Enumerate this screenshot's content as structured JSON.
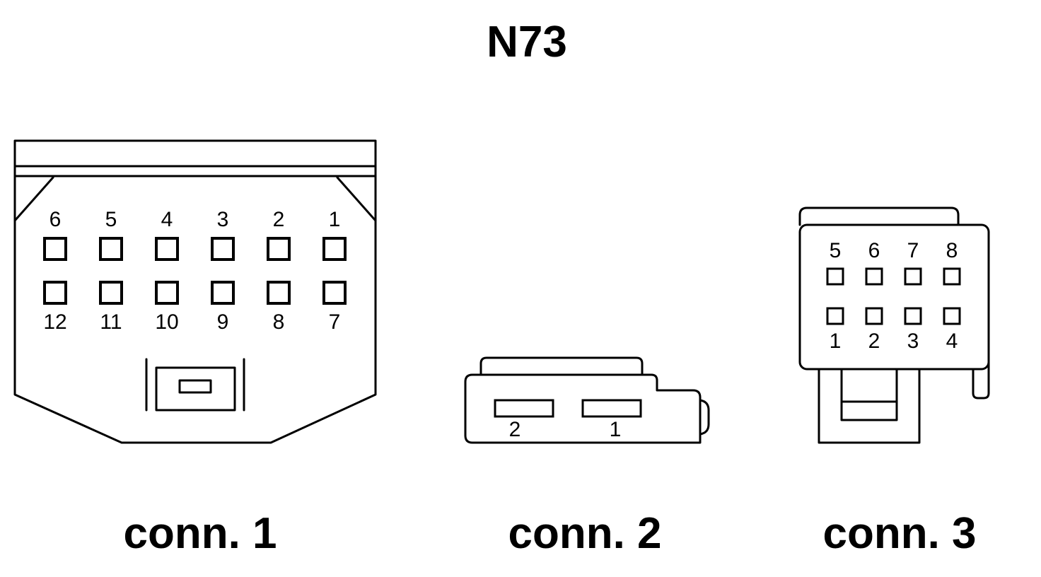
{
  "title": "N73",
  "connectors": [
    {
      "caption": "conn. 1",
      "pins_top": [
        "6",
        "5",
        "4",
        "3",
        "2",
        "1"
      ],
      "pins_bottom": [
        "12",
        "11",
        "10",
        "9",
        "8",
        "7"
      ]
    },
    {
      "caption": "conn. 2",
      "pins": [
        "2",
        "1"
      ]
    },
    {
      "caption": "conn. 3",
      "pins_top": [
        "5",
        "6",
        "7",
        "8"
      ],
      "pins_bottom": [
        "1",
        "2",
        "3",
        "4"
      ]
    }
  ]
}
